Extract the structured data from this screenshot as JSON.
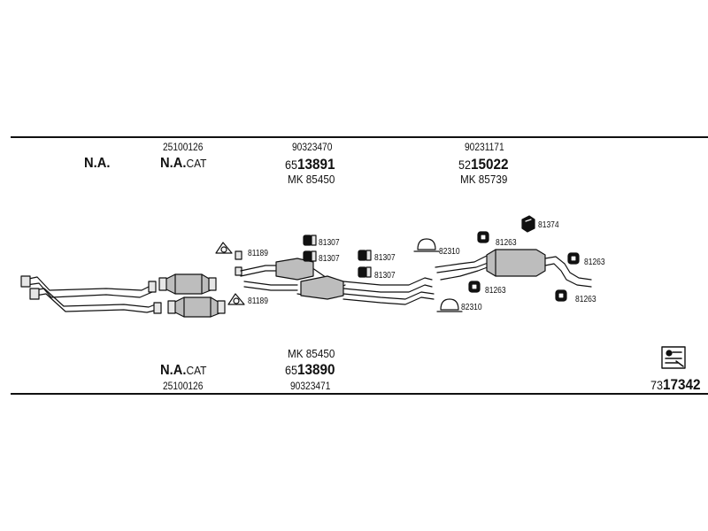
{
  "top": {
    "col1": {
      "label": "N.A."
    },
    "col2": {
      "code": "25100126",
      "prefix": "N.A.",
      "suffix": "CAT"
    },
    "col3": {
      "code": "90323470",
      "num_prefix": "65",
      "num_main": "13891",
      "mk": "MK 85450"
    },
    "col4": {
      "code": "90231171",
      "num_prefix": "52",
      "num_main": "15022",
      "mk": "MK 85739"
    }
  },
  "bottom": {
    "col2": {
      "prefix": "N.A.",
      "suffix": "CAT",
      "code": "25100126"
    },
    "col3": {
      "mk": "MK 85450",
      "num_prefix": "65",
      "num_main": "13890",
      "code": "90323471"
    },
    "ref": {
      "prefix": "73",
      "main": "17342"
    }
  },
  "parts": {
    "r81189a": "81189",
    "r81189b": "81189",
    "r81307a": "81307",
    "r81307b": "81307",
    "r81307c": "81307",
    "r81307d": "81307",
    "r82310a": "82310",
    "r82310b": "82310",
    "r81263a": "81263",
    "r81263b": "81263",
    "r81263c": "81263",
    "r81263d": "81263",
    "r81374": "81374"
  },
  "colors": {
    "ink": "#111111",
    "fill": "#bdbdbd",
    "light": "#e6e6e6"
  }
}
